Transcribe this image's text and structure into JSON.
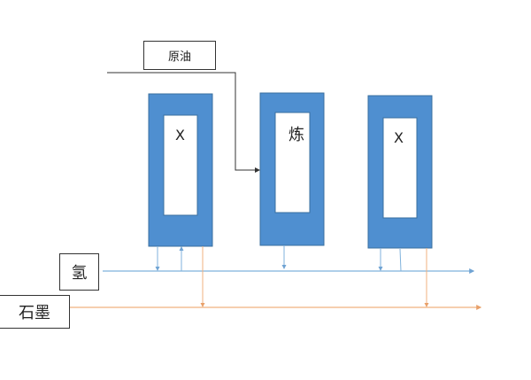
{
  "labels": {
    "crude_oil": "原油",
    "hydrogen": "氢",
    "graphite": "石墨"
  },
  "units": [
    {
      "label": "X"
    },
    {
      "label": "炼"
    },
    {
      "label": "X"
    }
  ],
  "colors": {
    "unit_fill": "#4f8fd0",
    "unit_border": "#3a6f9f",
    "hydrogen_line": "#7fb2dc",
    "graphite_line": "#f0b27f",
    "crude_line": "#333333"
  }
}
